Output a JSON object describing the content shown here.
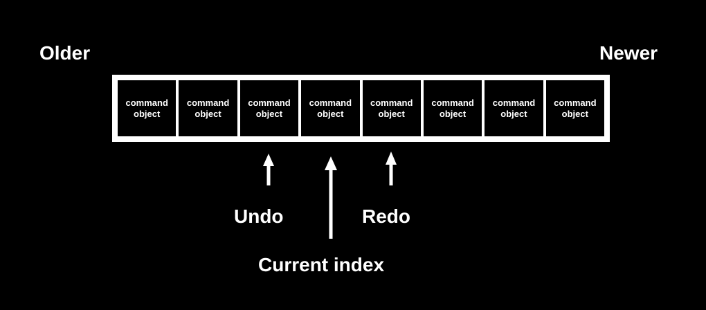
{
  "labels": {
    "older": "Older",
    "newer": "Newer"
  },
  "stack": {
    "cells": [
      {
        "line1": "command",
        "line2": "object"
      },
      {
        "line1": "command",
        "line2": "object"
      },
      {
        "line1": "command",
        "line2": "object"
      },
      {
        "line1": "command",
        "line2": "object"
      },
      {
        "line1": "command",
        "line2": "object"
      },
      {
        "line1": "command",
        "line2": "object"
      },
      {
        "line1": "command",
        "line2": "object"
      },
      {
        "line1": "command",
        "line2": "object"
      }
    ]
  },
  "pointers": {
    "undo": "Undo",
    "current": "Current index",
    "redo": "Redo"
  },
  "colors": {
    "background": "#000000",
    "foreground": "#ffffff"
  }
}
